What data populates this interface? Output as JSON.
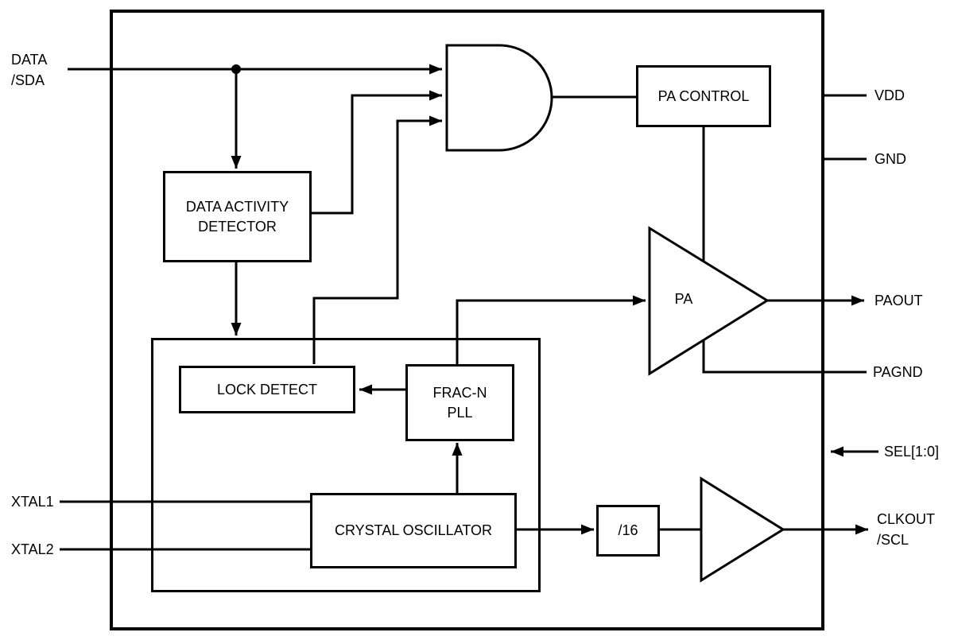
{
  "diagram": {
    "blocks": {
      "pa_control": "PA CONTROL",
      "data_activity_detector": [
        "DATA ACTIVITY",
        "DETECTOR"
      ],
      "lock_detect": "LOCK DETECT",
      "frac_n_pll": [
        "FRAC-N",
        "PLL"
      ],
      "crystal_oscillator": "CRYSTAL OSCILLATOR",
      "divider": "/16",
      "pa": "PA"
    },
    "pins": {
      "data": [
        "DATA",
        "/SDA"
      ],
      "xtal1": "XTAL1",
      "xtal2": "XTAL2",
      "vdd": "VDD",
      "gnd": "GND",
      "paout": "PAOUT",
      "pagnd": "PAGND",
      "sel": "SEL[1:0]",
      "clkout": [
        "CLKOUT",
        "/SCL"
      ]
    },
    "colors": {
      "line": "#000000",
      "background": "#ffffff"
    }
  }
}
